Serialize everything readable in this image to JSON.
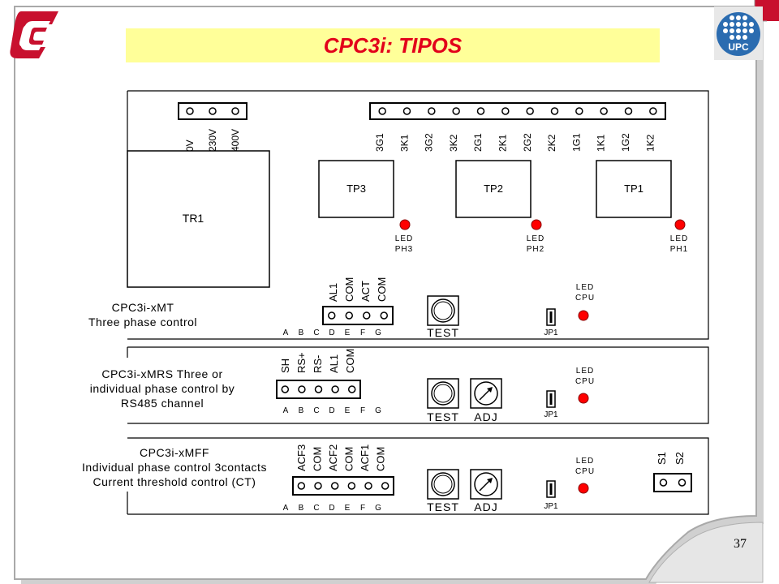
{
  "title": "CPC3i: TIPOS",
  "page_number": "37",
  "logos": {
    "left": "CPC",
    "right": "UPC"
  },
  "colors": {
    "title_bg": "#ffff99",
    "title_text": "#e2001a",
    "led": "#ff0000",
    "accent_red": "#c8102e",
    "upc_blue": "#2b6cb0",
    "frame": "#b0b0b0"
  },
  "board": {
    "transformer_terminals": [
      "0V",
      "230V",
      "400V"
    ],
    "tp_terminals": [
      "3G1",
      "3K1",
      "3G2",
      "3K2",
      "2G1",
      "2K1",
      "2G2",
      "2K2",
      "1G1",
      "1K1",
      "1G2",
      "1K2"
    ],
    "transformer": "TR1",
    "tp_modules": [
      "TP3",
      "TP2",
      "TP1"
    ],
    "phase_leds": [
      {
        "line1": "LED",
        "line2": "PH3"
      },
      {
        "line1": "LED",
        "line2": "PH2"
      },
      {
        "line1": "LED",
        "line2": "PH1"
      }
    ]
  },
  "boards": [
    {
      "label_lines": [
        "CPC3i-xMT",
        "Three phase control"
      ],
      "pin_labels": [
        "AL1",
        "COM",
        "ACT",
        "COM"
      ],
      "terminal_letters": [
        "A",
        "B",
        "C",
        "D",
        "E",
        "F",
        "G"
      ],
      "test": "TEST",
      "jumper": "JP1",
      "led": [
        "LED",
        "CPU"
      ]
    },
    {
      "label_lines": [
        "CPC3i-xMRS Three or",
        "individual phase control by",
        "RS485 channel"
      ],
      "pin_labels": [
        "SH",
        "RS+",
        "RS-",
        "AL1",
        "COM"
      ],
      "terminal_letters": [
        "A",
        "B",
        "C",
        "D",
        "E",
        "F",
        "G"
      ],
      "test": "TEST",
      "adj": "ADJ",
      "jumper": "JP1",
      "led": [
        "LED",
        "CPU"
      ]
    },
    {
      "label_lines": [
        "CPC3i-xMFF",
        "Individual phase control 3contacts",
        "Current threshold control (CT)"
      ],
      "pin_labels": [
        "ACF3",
        "COM",
        "ACF2",
        "COM",
        "ACF1",
        "COM"
      ],
      "terminal_letters": [
        "A",
        "B",
        "C",
        "D",
        "E",
        "F",
        "G"
      ],
      "test": "TEST",
      "adj": "ADJ",
      "jumper": "JP1",
      "led": [
        "LED",
        "CPU"
      ],
      "switches": [
        "S1",
        "S2"
      ]
    }
  ]
}
